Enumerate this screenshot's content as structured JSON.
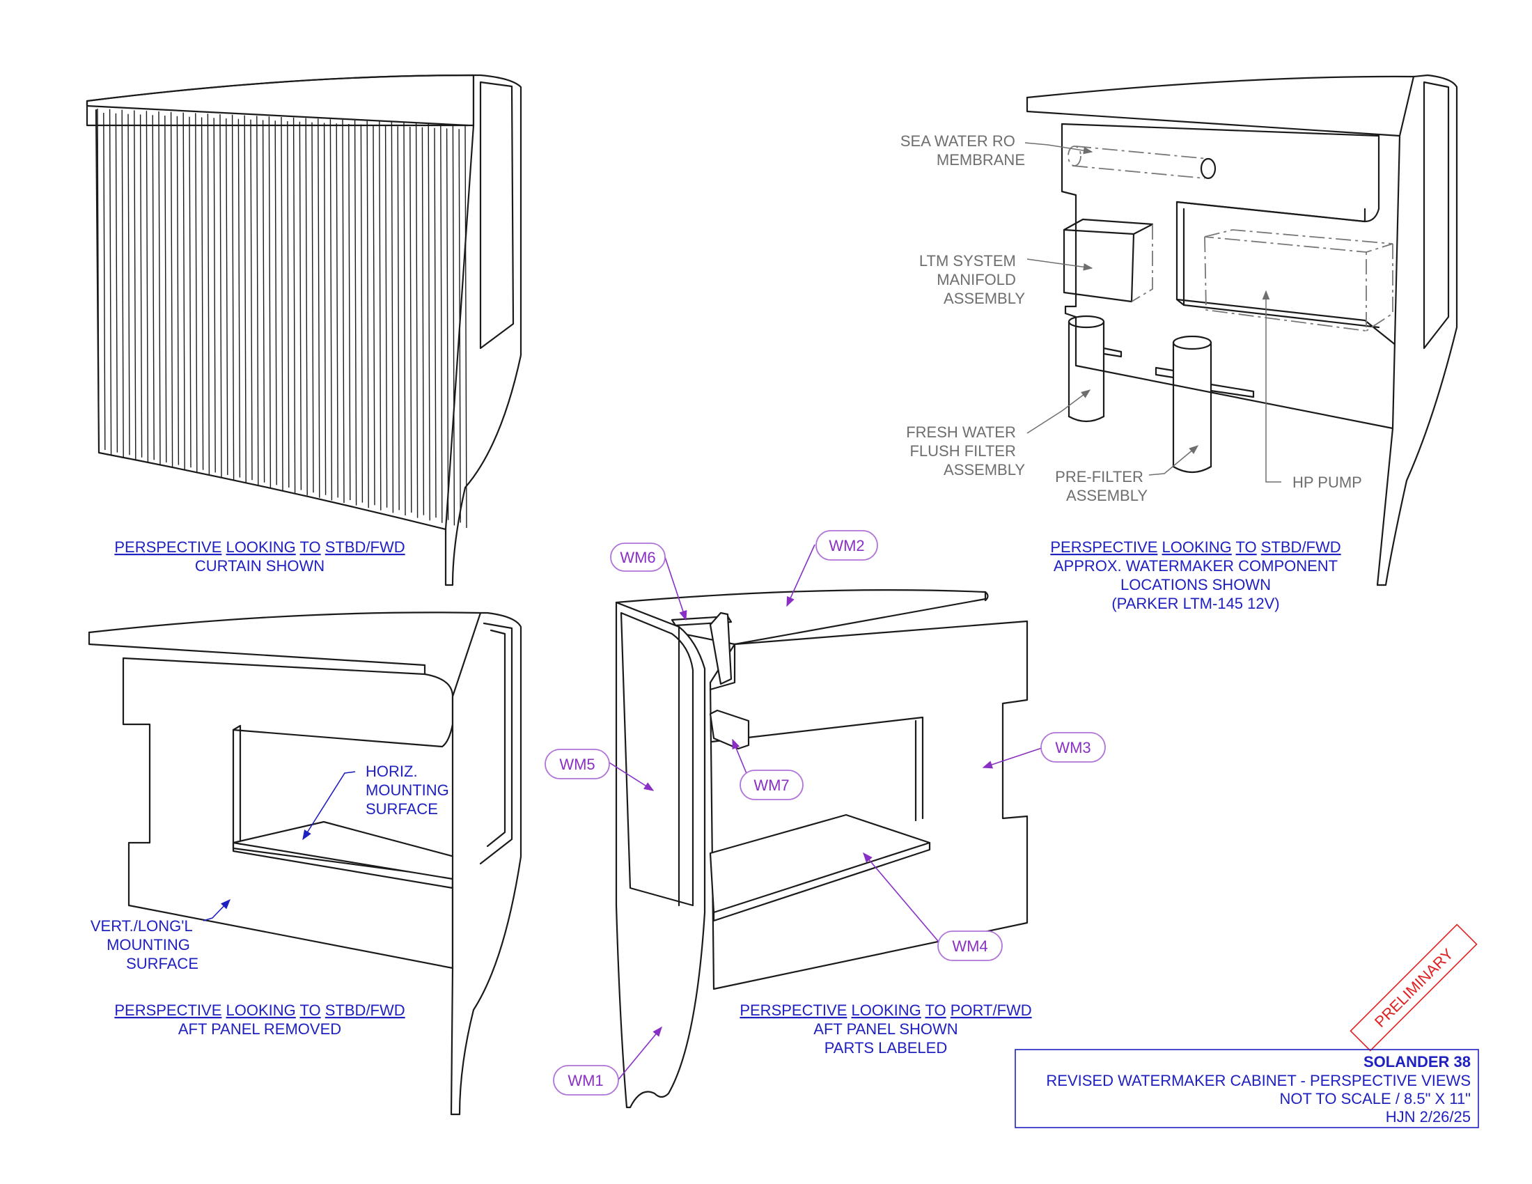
{
  "captions": {
    "top_left": {
      "underlined": [
        "PERSPECTIVE",
        "LOOKING",
        "TO",
        "STBD/FWD"
      ],
      "lines": [
        "CURTAIN SHOWN"
      ]
    },
    "top_right": {
      "underlined": [
        "PERSPECTIVE",
        "LOOKING",
        "TO",
        "STBD/FWD"
      ],
      "lines": [
        "APPROX. WATERMAKER COMPONENT",
        "LOCATIONS SHOWN",
        "(PARKER LTM-145 12V)"
      ]
    },
    "bottom_left": {
      "underlined": [
        "PERSPECTIVE",
        "LOOKING",
        "TO",
        "STBD/FWD"
      ],
      "lines": [
        "AFT PANEL REMOVED"
      ]
    },
    "bottom_center": {
      "underlined": [
        "PERSPECTIVE",
        "LOOKING",
        "TO",
        "PORT/FWD"
      ],
      "lines": [
        "AFT PANEL SHOWN",
        "PARTS LABELED"
      ]
    }
  },
  "components": {
    "membrane": [
      "SEA WATER RO",
      "MEMBRANE"
    ],
    "manifold": [
      "LTM SYSTEM",
      "MANIFOLD",
      "ASSEMBLY"
    ],
    "flush_filter": [
      "FRESH WATER",
      "FLUSH FILTER",
      "ASSEMBLY"
    ],
    "pre_filter": [
      "PRE-FILTER",
      "ASSEMBLY"
    ],
    "hp_pump": [
      "HP PUMP"
    ]
  },
  "surfaces": {
    "horizontal": [
      "HORIZ.",
      "MOUNTING",
      "SURFACE"
    ],
    "vertical": [
      "VERT./LONG'L",
      "MOUNTING",
      "SURFACE"
    ]
  },
  "parts": {
    "wm1": "WM1",
    "wm2": "WM2",
    "wm3": "WM3",
    "wm4": "WM4",
    "wm5": "WM5",
    "wm6": "WM6",
    "wm7": "WM7"
  },
  "stamp": "PRELIMINARY",
  "title_block": {
    "project": "SOLANDER 38",
    "title": "REVISED WATERMAKER CABINET - PERSPECTIVE VIEWS",
    "scale": "NOT TO SCALE / 8.5\" X 11\"",
    "author_date": "HJN 2/26/25"
  },
  "colors": {
    "caption": "#1f20c0",
    "annotation_gray": "#6e6e6e",
    "part_tag": "#8a2fc4",
    "stamp": "#e02020",
    "linework": "#1a1a1a"
  }
}
